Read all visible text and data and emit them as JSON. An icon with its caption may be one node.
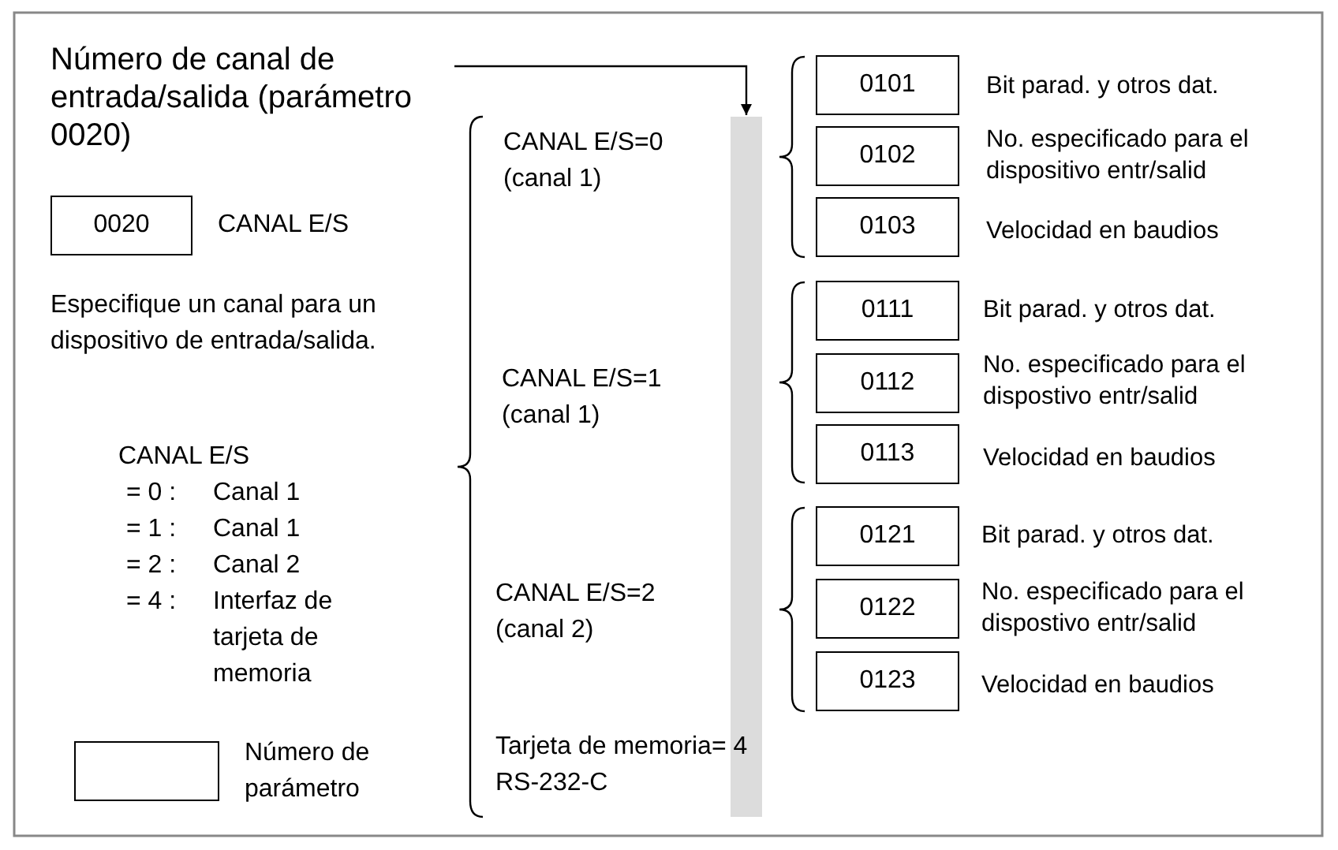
{
  "diagram": {
    "nodes": [
      {
        "text": [
          "Número de canal de entrada/salida (parámetro 0020)"
        ]
      },
      {
        "text": [
          "0020"
        ],
        "beside": [
          "CANAL E/S"
        ]
      },
      {
        "text": [],
        "shape": "bar"
      },
      {
        "text": [
          "0101"
        ],
        "beside": [
          "Bit parad. y otros dat."
        ]
      },
      {
        "text": [
          "0102"
        ],
        "beside": [
          "No. especificado para el dispositivo entr/salid"
        ]
      },
      {
        "text": [
          "0103"
        ],
        "beside": [
          "Velocidad en baudios"
        ]
      },
      {
        "text": [
          "0111"
        ],
        "beside": [
          "Bit parad. y otros dat."
        ]
      },
      {
        "text": [
          "0112"
        ],
        "beside": [
          "No. especificado para el dispostivo entr/salid"
        ]
      },
      {
        "text": [
          "0113"
        ],
        "beside": [
          "Velocidad en baudios"
        ]
      },
      {
        "text": [
          "0121"
        ],
        "beside": [
          "Bit parad. y otros dat."
        ]
      },
      {
        "text": [
          "0122"
        ],
        "beside": [
          "No. especificado para el dispostivo entr/salid"
        ]
      },
      {
        "text": [
          "0123"
        ],
        "beside": [
          "Velocidad en baudios"
        ]
      }
    ],
    "edges": [
      {
        "from": 0,
        "to": 2,
        "arrow": "to"
      }
    ],
    "labels": [
      "Especifique un canal para un dispositivo de entrada/salida.",
      "CANAL E/S",
      "= 0 :",
      "Canal 1",
      "= 1 :",
      "Canal 1",
      "= 2 :",
      "Canal 2",
      "= 4 :",
      "Interfaz de tarjeta de memoria",
      "CANAL E/S=0 (canal 1)",
      "CANAL E/S=1 (canal 1)",
      "CANAL E/S=2 (canal 2)",
      "Tarjeta de memoria= 4 RS-232-C"
    ],
    "legend": [
      {
        "text": "Número de parámetro"
      }
    ]
  }
}
